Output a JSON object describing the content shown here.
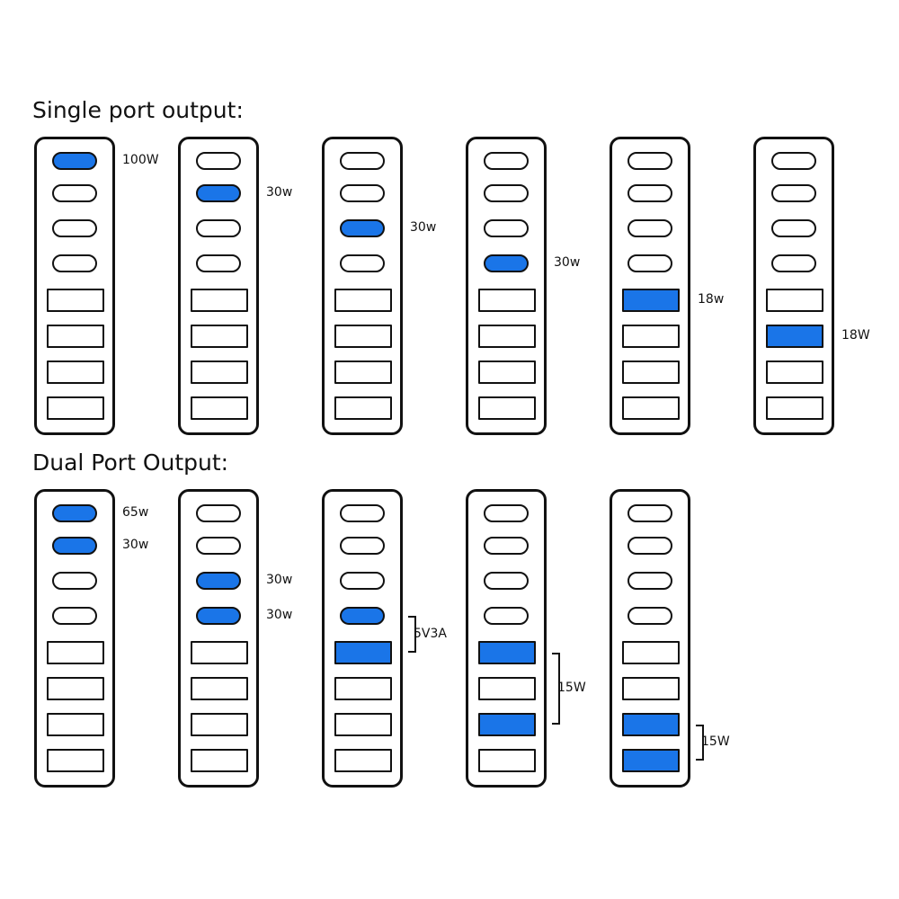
{
  "colors": {
    "active_port": "#1a75e8",
    "outline": "#111111",
    "background": "#ffffff"
  },
  "sections": [
    {
      "title": "Single port output:",
      "hubs": [
        {
          "active": [
            0
          ],
          "labels": [
            {
              "text": "100W",
              "port": 0
            }
          ],
          "brackets": []
        },
        {
          "active": [
            1
          ],
          "labels": [
            {
              "text": "30w",
              "port": 1
            }
          ],
          "brackets": []
        },
        {
          "active": [
            2
          ],
          "labels": [
            {
              "text": "30w",
              "port": 2
            }
          ],
          "brackets": []
        },
        {
          "active": [
            3
          ],
          "labels": [
            {
              "text": "30w",
              "port": 3
            }
          ],
          "brackets": []
        },
        {
          "active": [
            4
          ],
          "labels": [
            {
              "text": "18w",
              "port": 4
            }
          ],
          "brackets": []
        },
        {
          "active": [
            5
          ],
          "labels": [
            {
              "text": "18W",
              "port": 5
            }
          ],
          "brackets": []
        }
      ]
    },
    {
      "title": "Dual Port Output:",
      "hubs": [
        {
          "active": [
            0,
            1
          ],
          "labels": [
            {
              "text": "65w",
              "port": 0
            },
            {
              "text": "30w",
              "port": 1
            }
          ],
          "brackets": []
        },
        {
          "active": [
            2,
            3
          ],
          "labels": [
            {
              "text": "30w",
              "port": 2
            },
            {
              "text": "30w",
              "port": 3
            }
          ],
          "brackets": []
        },
        {
          "active": [
            3,
            4
          ],
          "labels": [],
          "brackets": [
            {
              "text": "5V3A",
              "from": 3,
              "to": 4
            }
          ]
        },
        {
          "active": [
            4,
            6
          ],
          "labels": [],
          "brackets": [
            {
              "text": "15W",
              "from": 4,
              "to": 6
            }
          ]
        },
        {
          "active": [
            6,
            7
          ],
          "labels": [],
          "brackets": [
            {
              "text": "15W",
              "from": 6,
              "to": 7
            }
          ]
        }
      ]
    }
  ]
}
